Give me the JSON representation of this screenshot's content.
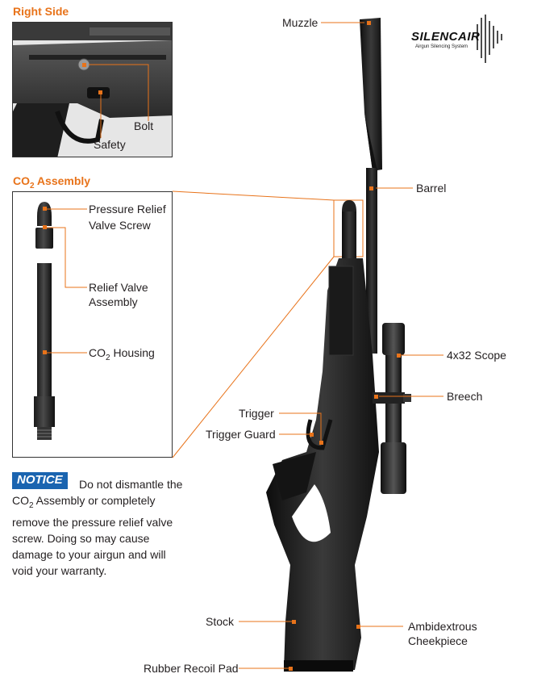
{
  "headings": {
    "right_side": "Right Side",
    "co2_assembly_prefix": "CO",
    "co2_assembly_sub": "2",
    "co2_assembly_suffix": " Assembly"
  },
  "right_side_labels": {
    "bolt": "Bolt",
    "safety": "Safety"
  },
  "co2_labels": {
    "pressure_relief_line1": "Pressure Relief",
    "pressure_relief_line2": "Valve Screw",
    "relief_valve_line1": "Relief Valve",
    "relief_valve_line2": "Assembly",
    "housing_prefix": "CO",
    "housing_sub": "2",
    "housing_suffix": " Housing"
  },
  "notice": {
    "badge": "NOTICE",
    "text_part1": "Do not dismantle the CO",
    "text_sub": "2",
    "text_part2": " Assembly or completely remove the pressure relief valve screw. Doing so may cause damage to your airgun and will void your warranty."
  },
  "gun_labels": {
    "muzzle": "Muzzle",
    "barrel": "Barrel",
    "scope": "4x32 Scope",
    "breech": "Breech",
    "trigger": "Trigger",
    "trigger_guard": "Trigger Guard",
    "stock": "Stock",
    "cheekpiece_line1": "Ambidextrous",
    "cheekpiece_line2": "Cheekpiece",
    "recoil_pad": "Rubber Recoil Pad"
  },
  "logo": {
    "name": "SILENCAIR",
    "tagline": "Airgun Silencing System"
  },
  "colors": {
    "accent_orange": "#e8731a",
    "notice_blue": "#1a64b0",
    "gun_black": "#1c1c1c",
    "text": "#231f20"
  }
}
